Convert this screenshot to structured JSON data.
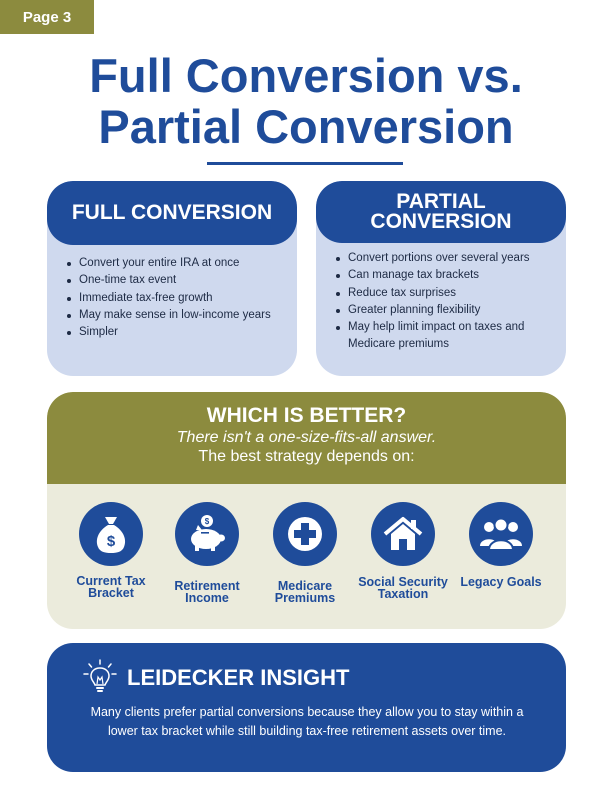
{
  "page_tag": "Page 3",
  "title": {
    "line1": "Full Conversion vs.",
    "line2": "Partial Conversion"
  },
  "full_conversion": {
    "heading": "FULL CONVERSION",
    "items": [
      "Convert your entire IRA at once",
      "One-time tax event",
      "Immediate tax-free growth",
      "May make sense in low-income years",
      "Simpler"
    ]
  },
  "partial_conversion": {
    "heading_line1": "PARTIAL",
    "heading_line2": "CONVERSION",
    "items": [
      "Convert portions over several years",
      "Can manage tax brackets",
      "Reduce tax surprises",
      "Greater planning flexibility",
      "May help limit impact on taxes and Medicare premiums"
    ]
  },
  "which_is_better": {
    "title": "WHICH IS BETTER?",
    "subtitle": "There isn't a one-size-fits-all answer.",
    "subtitle2": "The best strategy depends on:",
    "factors": [
      {
        "label": "Current Tax Bracket",
        "icon": "money-bag-icon"
      },
      {
        "label": "Retirement Income",
        "icon": "piggy-bank-icon"
      },
      {
        "label": "Medicare Premiums",
        "icon": "medical-cross-icon"
      },
      {
        "label": "Social Security Taxation",
        "icon": "house-icon"
      },
      {
        "label": "Legacy Goals",
        "icon": "family-icon"
      }
    ]
  },
  "insight": {
    "title": "LEIDECKER INSIGHT",
    "icon": "lightbulb-icon",
    "body": "Many clients prefer partial conversions because they allow you to stay within a lower tax bracket while still building tax-free retirement assets over time."
  },
  "colors": {
    "navy": "#1f4c9a",
    "olive": "#8c8b3e",
    "light_blue": "#cfd9ee",
    "cream": "#ebebdc"
  }
}
